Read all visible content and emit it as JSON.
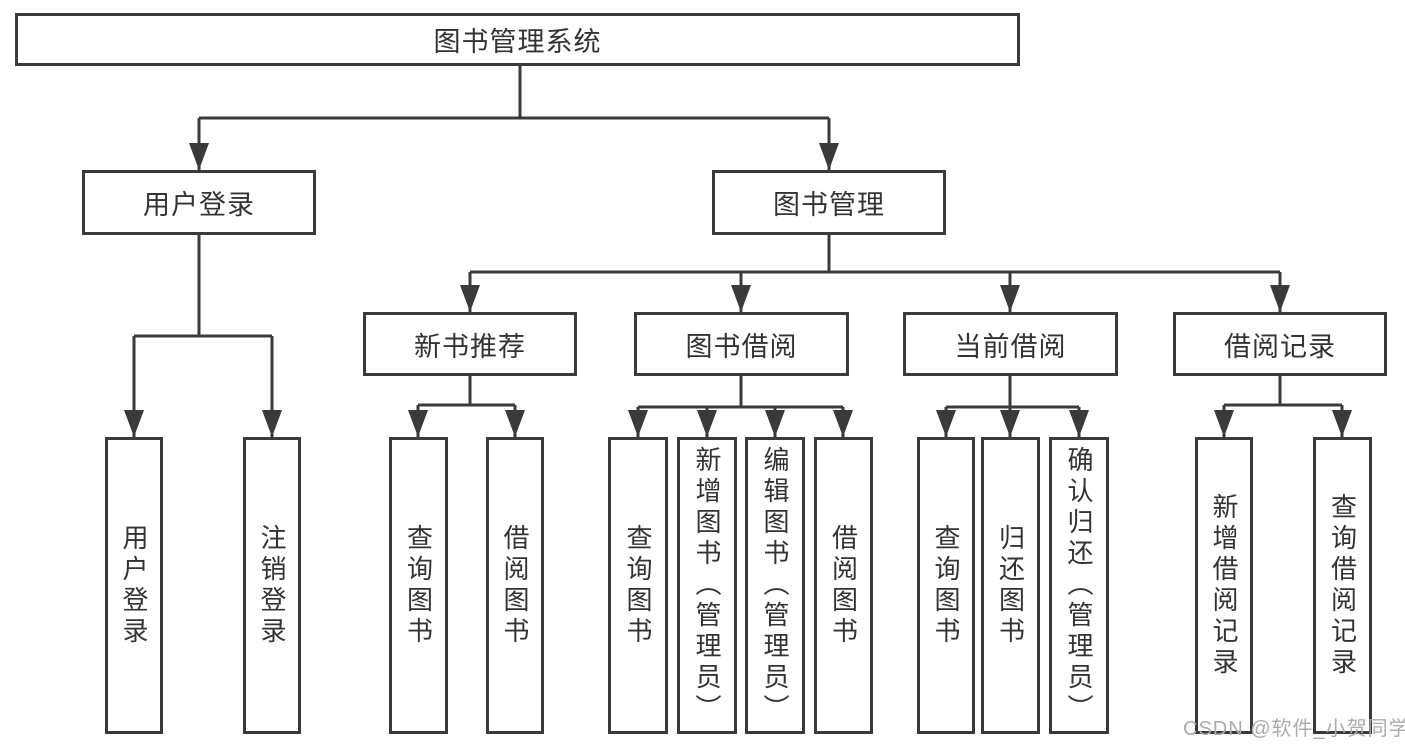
{
  "diagram": {
    "root": {
      "label": "图书管理系统",
      "children": [
        {
          "label": "用户登录",
          "children": [
            {
              "label": "用户登录"
            },
            {
              "label": "注销登录"
            }
          ]
        },
        {
          "label": "图书管理",
          "children": [
            {
              "label": "新书推荐",
              "children": [
                {
                  "label": "查询图书"
                },
                {
                  "label": "借阅图书"
                }
              ]
            },
            {
              "label": "图书借阅",
              "children": [
                {
                  "label": "查询图书"
                },
                {
                  "label": "新增图书（管理员）"
                },
                {
                  "label": "编辑图书（管理员）"
                },
                {
                  "label": "借阅图书"
                }
              ]
            },
            {
              "label": "当前借阅",
              "children": [
                {
                  "label": "查询图书"
                },
                {
                  "label": "归还图书"
                },
                {
                  "label": "确认归还（管理员）"
                }
              ]
            },
            {
              "label": "借阅记录",
              "children": [
                {
                  "label": "新增借阅记录"
                },
                {
                  "label": "查询借阅记录"
                }
              ]
            }
          ]
        }
      ]
    }
  },
  "watermark": {
    "text": "CSDN @软件_小贺同学"
  },
  "colors": {
    "line": "#3a3a3a",
    "text": "#333333",
    "box_bg": "#ffffff",
    "watermark": "#ababab"
  }
}
